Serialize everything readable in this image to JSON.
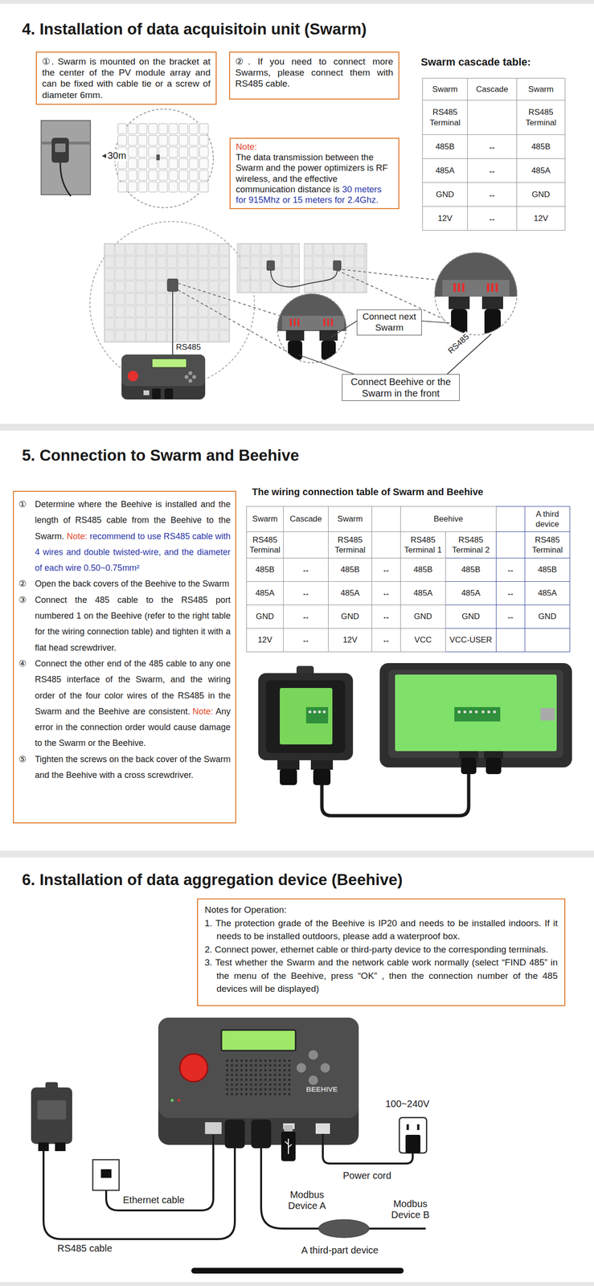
{
  "diagram": {
    "nodes": [
      {
        "text": [
          "①. Swarm is mounted on the bracket at the center of the PV module array and can be fixed with cable tie or a screw of diameter 6mm."
        ]
      },
      {
        "text": [
          "②. If you need to connect more Swarms, please connect them with RS485 cable."
        ]
      },
      {
        "text": [
          "Note:",
          "The data transmission between the Swarm and the power optimizers is RF wireless, and the effective communication distance is",
          "30 meters for 915Mhz or 15 meters for 2.4Ghz."
        ]
      },
      {
        "text": [
          "Connect next Swarm"
        ]
      },
      {
        "text": [
          "Connect Beehive or the Swarm in the front"
        ]
      },
      {
        "text": [
          "①",
          "Determine where the Beehive is installed and the length of RS485 cable from the Beehive to the Swarm.",
          "Note:",
          "recommend to use RS485 cable with 4 wires and double twisted-wire, and the diameter of each wire 0.50~0.75mm²",
          "②",
          "Open the back covers of the Beehive to the Swarm",
          "③",
          "Connect the 485 cable to the RS485 port numbered 1 on the Beehive (refer to the right table for the wiring connection table) and tighten it with a flat head screwdriver.",
          "④",
          "Connect the other end of the 485 cable to any one RS485 interface of the Swarm, and the wiring order of the four color wires of the RS485 in the Swarm and the Beehive are consistent.",
          "Note:",
          "Any error in the connection order would cause damage to the Swarm or the Beehive.",
          "⑤",
          "Tighten the screws on the back cover of the Swarm and the Beehive with a cross screwdriver."
        ]
      },
      {
        "text": [
          "Notes for Operation:",
          "1. The protection grade of the Beehive is IP20 and needs to be installed indoors. If it needs to be installed outdoors, please add a waterproof box.",
          "2. Connect power, ethernet cable or third-party device to the corresponding terminals.",
          "3. Test whether the Swarm and the network cable work normally (select “FIND 485” in the menu of the Beehive, press “OK” , then the connection number of the 485 devices will be displayed)"
        ]
      }
    ],
    "labels": [
      "4. Installation of data acquisitoin unit (Swarm)",
      "Swarm cascade table:",
      "Swarm",
      "Cascade",
      "Swarm",
      "RS485 Terminal",
      "RS485 Terminal",
      "485B",
      "↔",
      "485B",
      "485A",
      "↔",
      "485A",
      "GND",
      "↔",
      "GND",
      "12V",
      "↔",
      "12V",
      "30m",
      "RS485",
      "RS485",
      "5. Connection to Swarm and Beehive",
      "The wiring connection table of Swarm and Beehive",
      "Swarm",
      "Cascade",
      "Swarm",
      "Beehive",
      "A third device",
      "RS485 Terminal",
      "RS485 Terminal",
      "RS485 Terminal 1",
      "RS485 Terminal 2",
      "RS485 Terminal",
      "485B",
      "↔",
      "485B",
      "↔",
      "485B",
      "485B",
      "↔",
      "485B",
      "485A",
      "↔",
      "485A",
      "↔",
      "485A",
      "485A",
      "↔",
      "485A",
      "GND",
      "↔",
      "GND",
      "↔",
      "GND",
      "GND",
      "↔",
      "GND",
      "12V",
      "↔",
      "12V",
      "↔",
      "VCC",
      "VCC-USER",
      "6. Installation of data aggregation device (Beehive)",
      "100~240V",
      "Power cord",
      "Ethernet cable",
      "Modbus Device A",
      "Modbus Device B",
      "A third-part device",
      "RS485 cable",
      "BEEHIVE"
    ]
  }
}
